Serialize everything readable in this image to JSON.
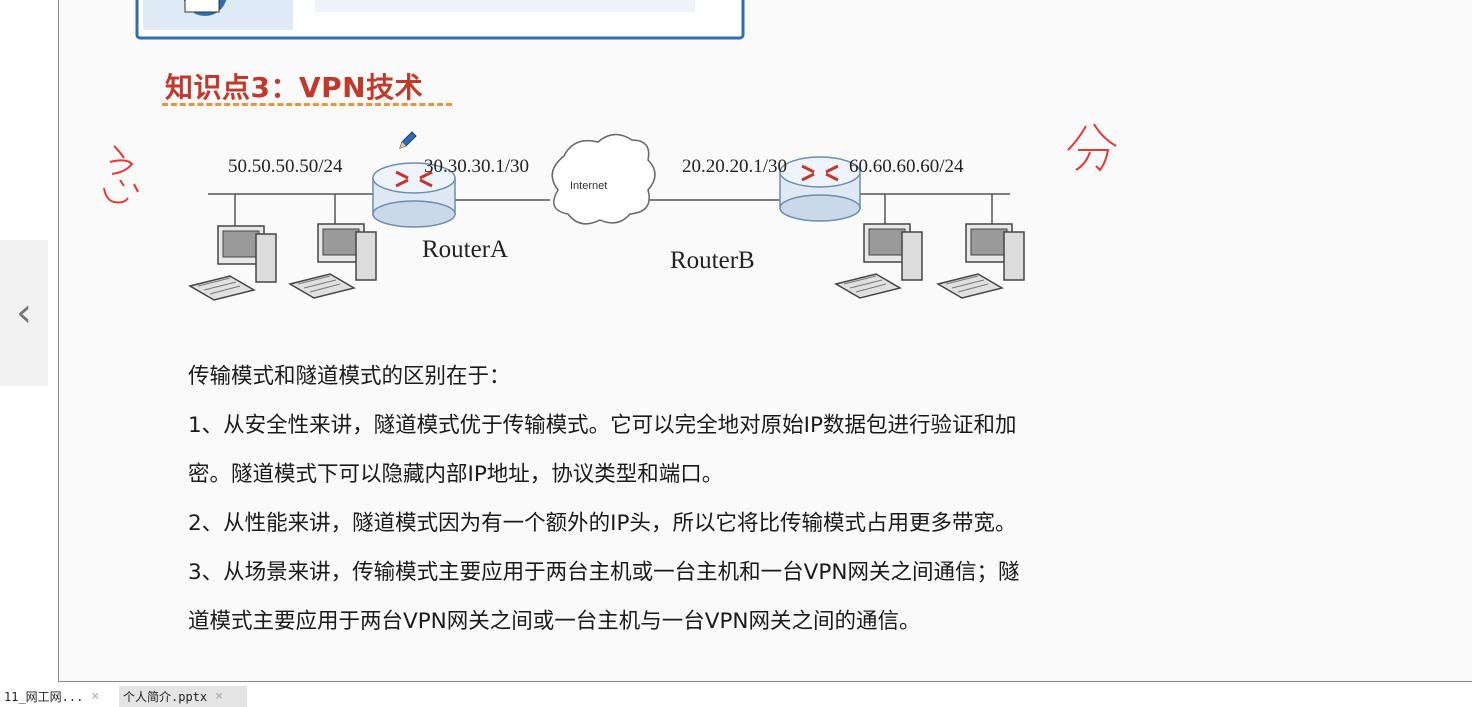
{
  "nav": {
    "prev_arrow": "‹"
  },
  "slide": {
    "section_title": "知识点3：VPN技术",
    "handwriting": {
      "left": "总",
      "right": "分"
    },
    "diagram": {
      "left_net": "50.50.50.50/24",
      "router_a_wan": "30.30.30.1/30",
      "cloud_label": "Internet",
      "router_b_wan": "20.20.20.1/30",
      "right_net": "60.60.60.60/24",
      "router_a": "RouterA",
      "router_b": "RouterB"
    },
    "body_lines": [
      "传输模式和隧道模式的区别在于：",
      "1、从安全性来讲，隧道模式优于传输模式。它可以完全地对原始IP数据包进行验证和加",
      "密。隧道模式下可以隐藏内部IP地址，协议类型和端口。",
      "2、从性能来讲，隧道模式因为有一个额外的IP头，所以它将比传输模式占用更多带宽。",
      "3、从场景来讲，传输模式主要应用于两台主机或一台主机和一台VPN网关之间通信；隧",
      "道模式主要应用于两台VPN网关之间或一台主机与一台VPN网关之间的通信。"
    ]
  },
  "tabs": [
    {
      "label": "11_网工网...",
      "close": "×"
    },
    {
      "label": "个人简介.pptx",
      "close": "×"
    }
  ],
  "colors": {
    "title": "#c0392b",
    "underline": "#e8963a",
    "handwriting": "#e53935"
  }
}
